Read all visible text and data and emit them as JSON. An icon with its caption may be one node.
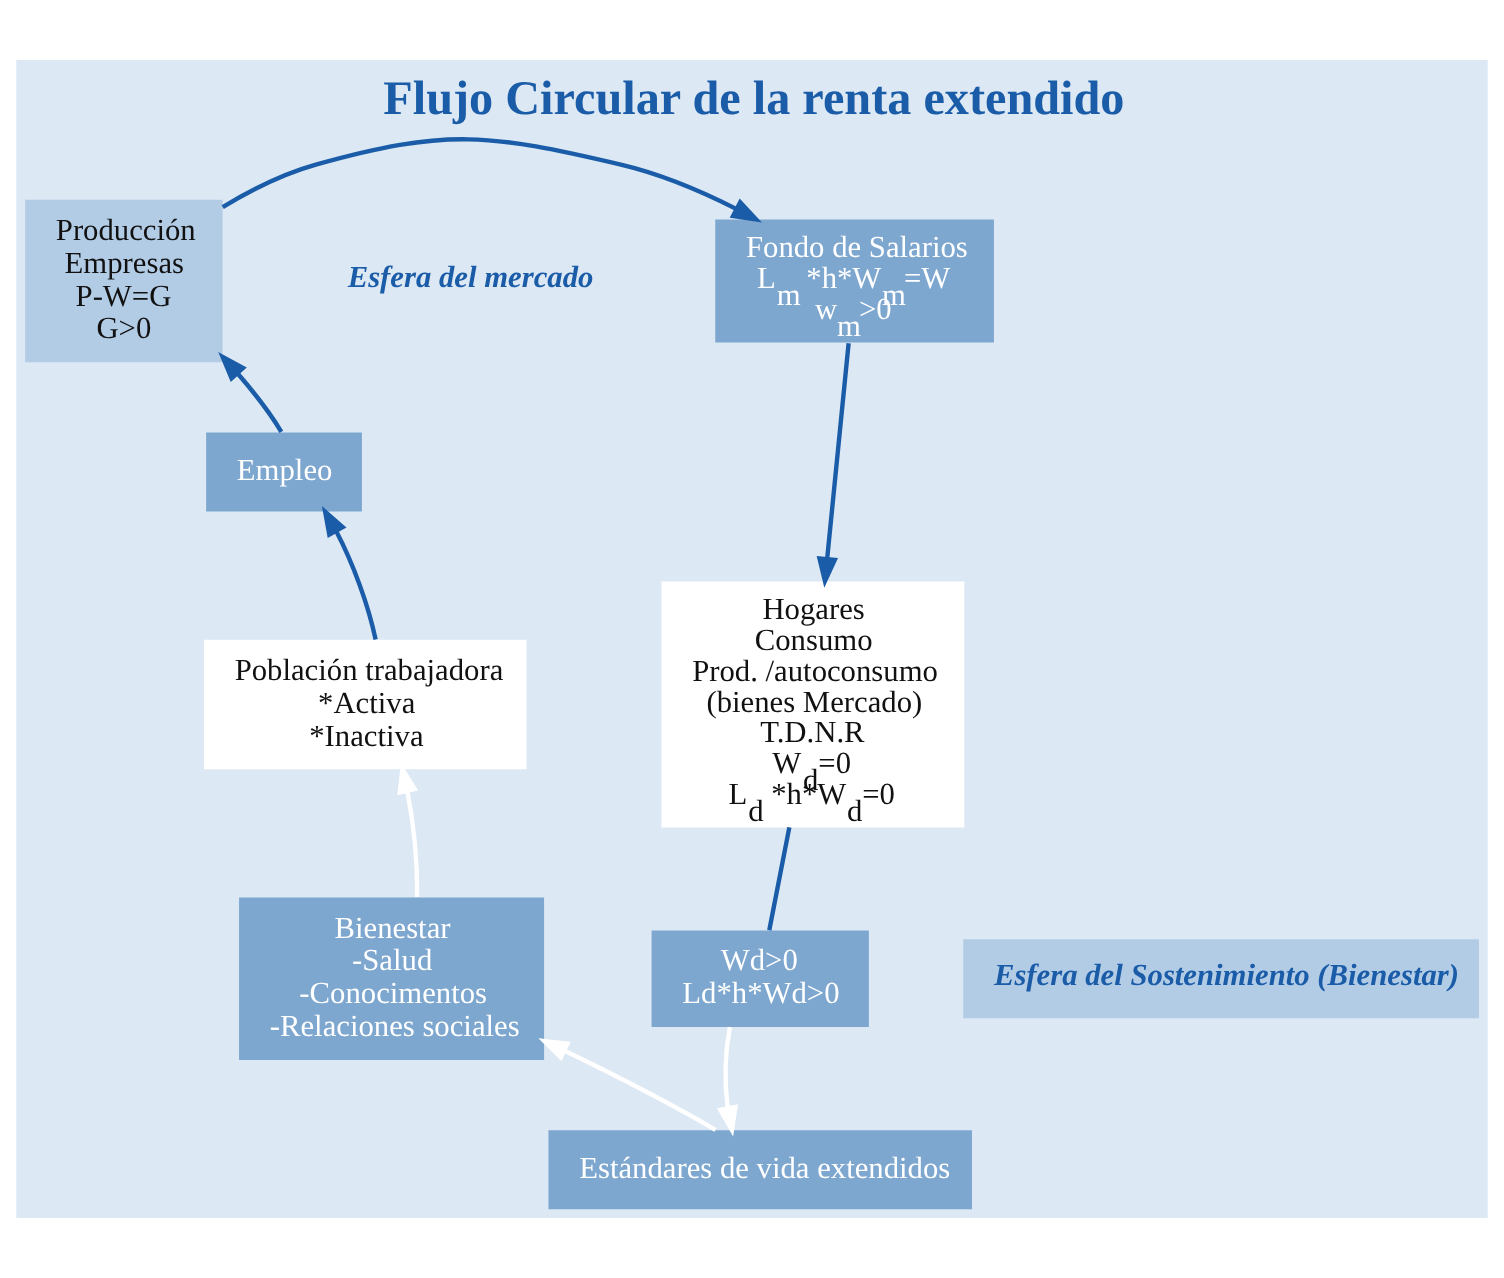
{
  "diagram": {
    "title": "Flujo Circular de la renta extendido",
    "nodes": [
      {
        "text": [
          "Fondo de Salarios",
          "L$_{m}$ *h*W$_{m}$=W",
          "w$_{m}$>0"
        ]
      },
      {
        "text": [
          "Producción",
          "Empresas",
          "P-W=G",
          "G>0"
        ]
      },
      {
        "text": [
          "Hogares",
          "Consumo",
          "Prod. /autoconsumo",
          "(bienes Mercado)",
          "T.D.N.R",
          "W$_{d}$=0",
          "L$_{d}$ *h*W$_{d}$=0"
        ]
      },
      {
        "text": [
          "Empleo"
        ]
      },
      {
        "text": [
          "Población trabajadora",
          "*Activa",
          "*Inactiva"
        ]
      },
      {
        "text": [
          "Wd>0",
          "Ld*h*Wd>0"
        ]
      },
      {
        "text": [
          "Bienestar",
          "-Salud",
          "-Conocimentos",
          "-Relaciones sociales"
        ]
      },
      {
        "text": [
          "Estándares de vida extendidos"
        ]
      }
    ],
    "edges": [
      {
        "from": 1,
        "to": 0,
        "arrow": "to"
      },
      {
        "from": 0,
        "to": 2,
        "arrow": "to"
      },
      {
        "from": 2,
        "to": 5,
        "arrow": "none"
      },
      {
        "from": 5,
        "to": 7,
        "arrow": "to",
        "color": "#ffffff"
      },
      {
        "from": 7,
        "to": 6,
        "arrow": "to",
        "color": "#ffffff"
      },
      {
        "from": 6,
        "to": 4,
        "arrow": "to",
        "color": "#ffffff"
      },
      {
        "from": 4,
        "to": 3,
        "arrow": "to"
      },
      {
        "from": 3,
        "to": 1,
        "arrow": "to"
      }
    ],
    "labels": [
      "Esfera del mercado",
      "Esfera del Sostenimiento (Bienestar)"
    ]
  }
}
